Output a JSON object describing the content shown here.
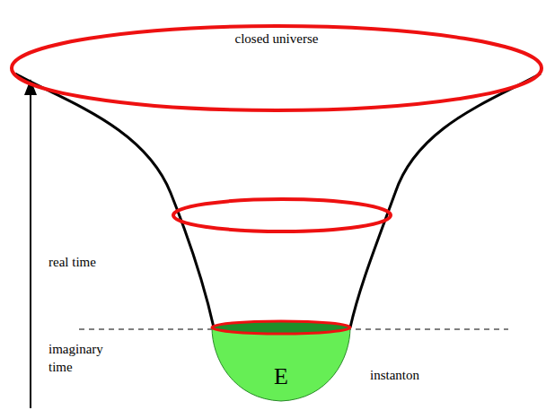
{
  "diagram": {
    "nodes": [
      {
        "text": [
          "closed universe"
        ]
      },
      {
        "text": [
          "E"
        ]
      }
    ],
    "labels": [
      "real time",
      "imaginary time",
      "instanton"
    ]
  }
}
